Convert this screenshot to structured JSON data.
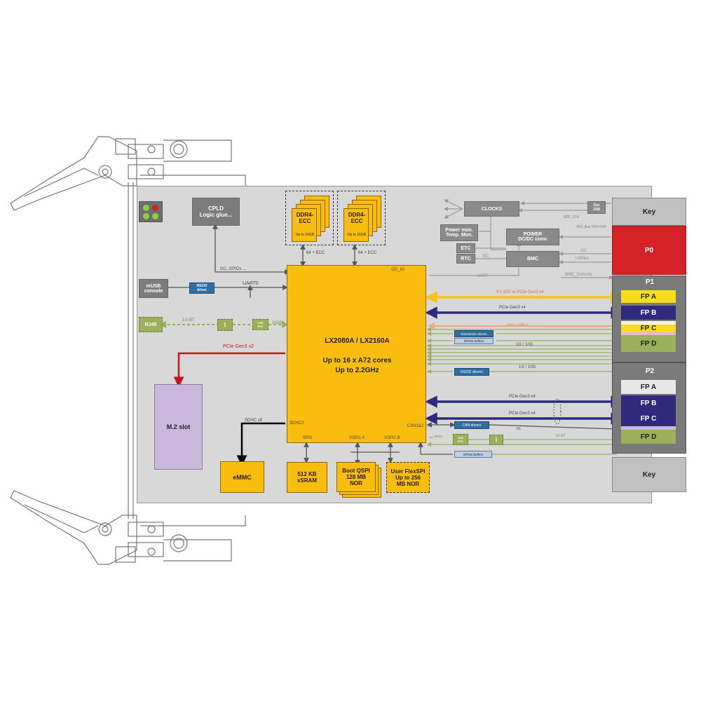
{
  "soc": {
    "title": "LX2080A / LX2160A",
    "line1": "Up to 16 x A72 cores",
    "line2": "Up to 2.2GHz",
    "gc_io": "GC_IO",
    "sdhc2": "SDHC2",
    "can12": "CAN1&2",
    "spi3": "SPI3",
    "xspi1a": "XSPI1 A",
    "xspi1b": "XSPI1 B"
  },
  "ddr": [
    {
      "label": "DDR4-\nECC",
      "sub": "Up to 16GB",
      "bus": "64 + ECC"
    },
    {
      "label": "DDR4-\nECC",
      "sub": "Up to 16GB",
      "bus": "64 + ECC"
    }
  ],
  "cpld": {
    "label": "CPLD\nLogic glue...",
    "bus": "I2C, GPIOs ..."
  },
  "usb": {
    "label": "mUSB\nconsole",
    "driver": "RS232\ndriver",
    "bus": "UART0"
  },
  "eth": {
    "rj45": "RJ45",
    "bt": "1G-BT",
    "phy": "1GE\nPHY",
    "sgmii": "SGMII"
  },
  "m2": {
    "label": "M.2 slot",
    "bus": "PCIe Gen3 x2"
  },
  "emmc": {
    "label": "eMMC",
    "bus": "SDHC x8"
  },
  "sram": {
    "label": "512 KB\nxSRAM"
  },
  "boot": {
    "label": "Boot QSPI\n128 MB\nNOR"
  },
  "user": {
    "label": "User FlexSPI\nUp to 256\nMB NOR"
  },
  "mgmt": {
    "clocks": "CLOCKS",
    "osc": "Osc\n25M",
    "ref_clk": "REF_CLK",
    "power_mon": "Power mon.\nTemp. Mon.",
    "power": "POWER\nDC/DC conv.",
    "etc": "ETC",
    "rtc": "RTC",
    "bmc": "BMC",
    "i2c": "I2C",
    "i2c2": "I2C",
    "utilities": "Utilities",
    "bmc_console": "BMC_Console",
    "uart": "UART",
    "aux": "3V3_Aux\nVS1=12V"
  },
  "p1": {
    "title": "P1",
    "bus_a": "4 x 10G or PCIe Gen3 x4",
    "bus_b": "PCIe Gen3 x4",
    "usb": "USB3.0 / USB2.0",
    "rs232": "RS232/422 drivers",
    "gpio": "GPIOs buffers",
    "bus_d": "1G / 10G",
    "rs232b": "RS232 drivers",
    "bus_d2": "1G / 10G",
    "fp": [
      "FP A",
      "FP B",
      "FP C",
      "FP D"
    ]
  },
  "p2": {
    "title": "P2",
    "bus_b": "PCIe Gen3 x4",
    "bus_c": "PCIe Gen3 x4",
    "can": "CAN drivers",
    "can_1g": "1G",
    "sgmii": "SGMII",
    "phy": "1GE\nPHY",
    "bt": "1G-BT",
    "gpio": "GPIOs buffers",
    "fp": [
      "FP A",
      "FP B",
      "FP C",
      "FP D"
    ]
  },
  "key_top": "Key",
  "p0": "P0",
  "key_bottom": "Key",
  "colors": {
    "soc": "#fbbd0d",
    "p0": "#d42027",
    "pcie": "#2f2a7e",
    "bus10g": "#f6c51a",
    "red": "#c4161c",
    "green": "#9cb05c",
    "orange": "#f0a680"
  }
}
